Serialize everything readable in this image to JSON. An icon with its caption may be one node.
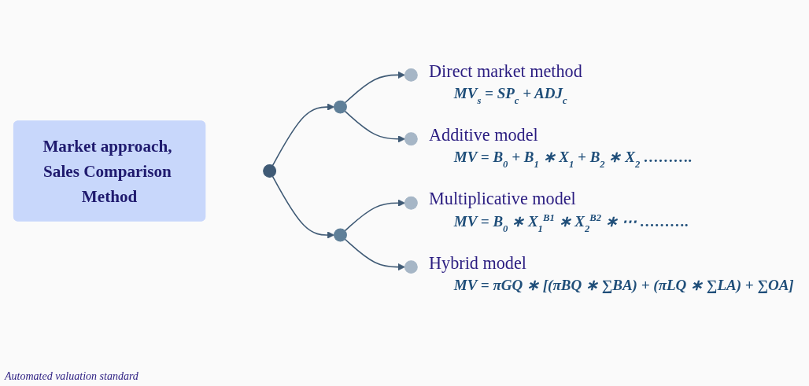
{
  "diagram": {
    "nodes": [
      {
        "text": [
          "Market approach, Sales Comparison Method"
        ]
      },
      {
        "text": [],
        "shape": "circle"
      },
      {
        "text": [],
        "shape": "circle"
      },
      {
        "text": [],
        "shape": "circle"
      },
      {
        "text": [],
        "shape": "circle",
        "beside": [
          "Direct market method",
          "MV$_{s}$ = SP$_{c}$ + ADJ$_{c}$"
        ]
      },
      {
        "text": [],
        "shape": "circle",
        "beside": [
          "Additive model",
          "MV = B$_{0}$ + B$_{1}$ ∗ X$_{1}$ + B$_{2}$ ∗ X$_{2}$ ………."
        ]
      },
      {
        "text": [],
        "shape": "circle",
        "beside": [
          "Multiplicative model",
          "MV = B$_{0}$ ∗ X$_{1}$$^{B1}$ ∗ X$_{2}$$^{B2}$ ∗ ⋯ ………."
        ]
      },
      {
        "text": [],
        "shape": "circle",
        "beside": [
          "Hybrid model",
          "MV = πGQ ∗ [(πBQ ∗ ∑BA) + (πLQ ∗ ∑LA) + ∑OA]"
        ]
      }
    ],
    "edges": [
      {
        "from": 1,
        "to": 2,
        "arrow": "to"
      },
      {
        "from": 1,
        "to": 3,
        "arrow": "to"
      },
      {
        "from": 2,
        "to": 4,
        "arrow": "to"
      },
      {
        "from": 2,
        "to": 5,
        "arrow": "to"
      },
      {
        "from": 3,
        "to": 6,
        "arrow": "to"
      },
      {
        "from": 3,
        "to": 7,
        "arrow": "to"
      }
    ],
    "labels": [
      "Automated valuation standard"
    ]
  }
}
